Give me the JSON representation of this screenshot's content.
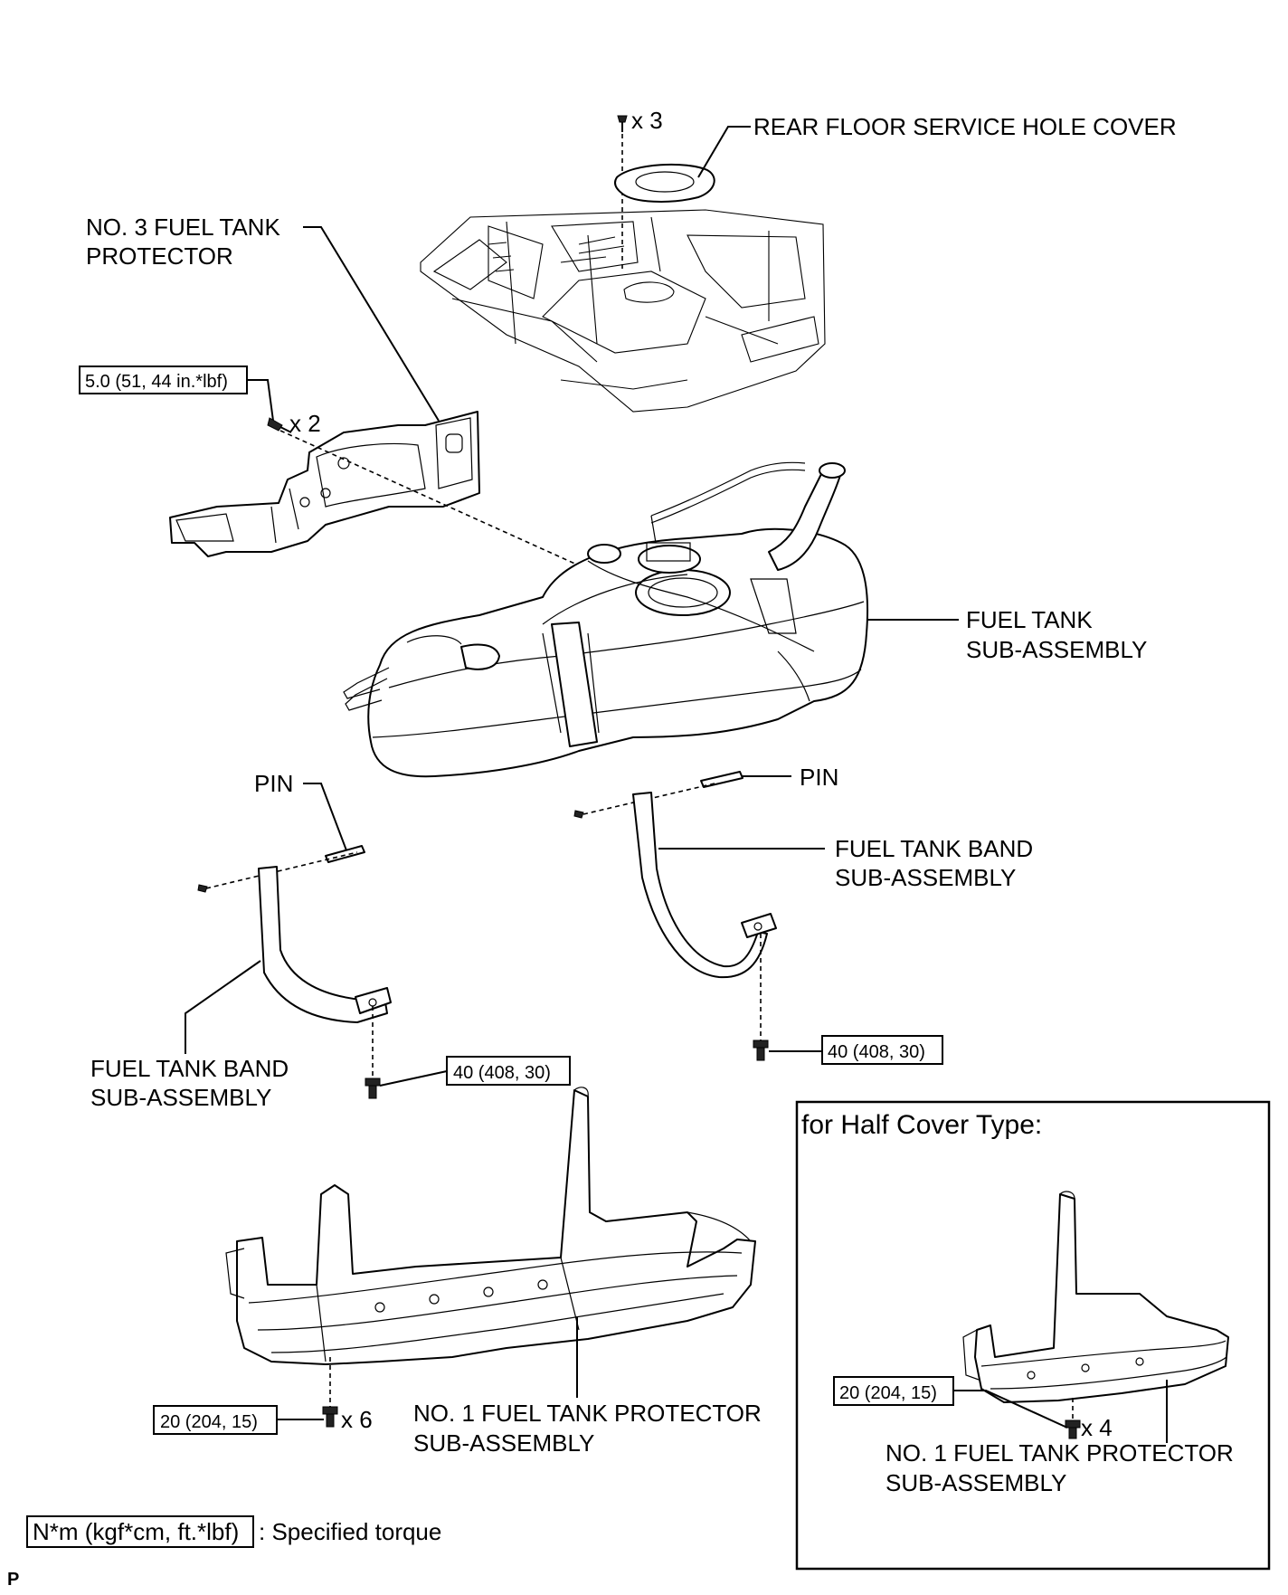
{
  "labels": {
    "rear_floor_cover": "REAR FLOOR SERVICE HOLE COVER",
    "no3_protector_line1": "NO. 3 FUEL TANK",
    "no3_protector_line2": "PROTECTOR",
    "fuel_tank_line1": "FUEL TANK",
    "fuel_tank_line2": "SUB-ASSEMBLY",
    "pin_left": "PIN",
    "pin_right": "PIN",
    "band_right_line1": "FUEL TANK BAND",
    "band_right_line2": "SUB-ASSEMBLY",
    "band_left_line1": "FUEL TANK BAND",
    "band_left_line2": "SUB-ASSEMBLY",
    "no1_protector_line1": "NO. 1 FUEL TANK PROTECTOR",
    "no1_protector_line2": "SUB-ASSEMBLY",
    "half_no1_protector_line1": "NO. 1 FUEL TANK PROTECTOR",
    "half_no1_protector_line2": "SUB-ASSEMBLY",
    "half_cover_title": "for Half Cover Type:"
  },
  "quantities": {
    "cover_clips": "x 3",
    "no3_bolts": "x 2",
    "no1_bolts": "x 6",
    "half_bolts": "x 4"
  },
  "torques": {
    "no3_protector": "5.0 (51, 44 in.*lbf)",
    "band_left": "40 (408, 30)",
    "band_right": "40 (408, 30)",
    "no1_protector": "20 (204, 15)",
    "half_no1_protector": "20 (204, 15)"
  },
  "legend": {
    "unit": "N*m (kgf*cm, ft.*lbf)",
    "description": ": Specified torque"
  },
  "corner_mark": "P"
}
